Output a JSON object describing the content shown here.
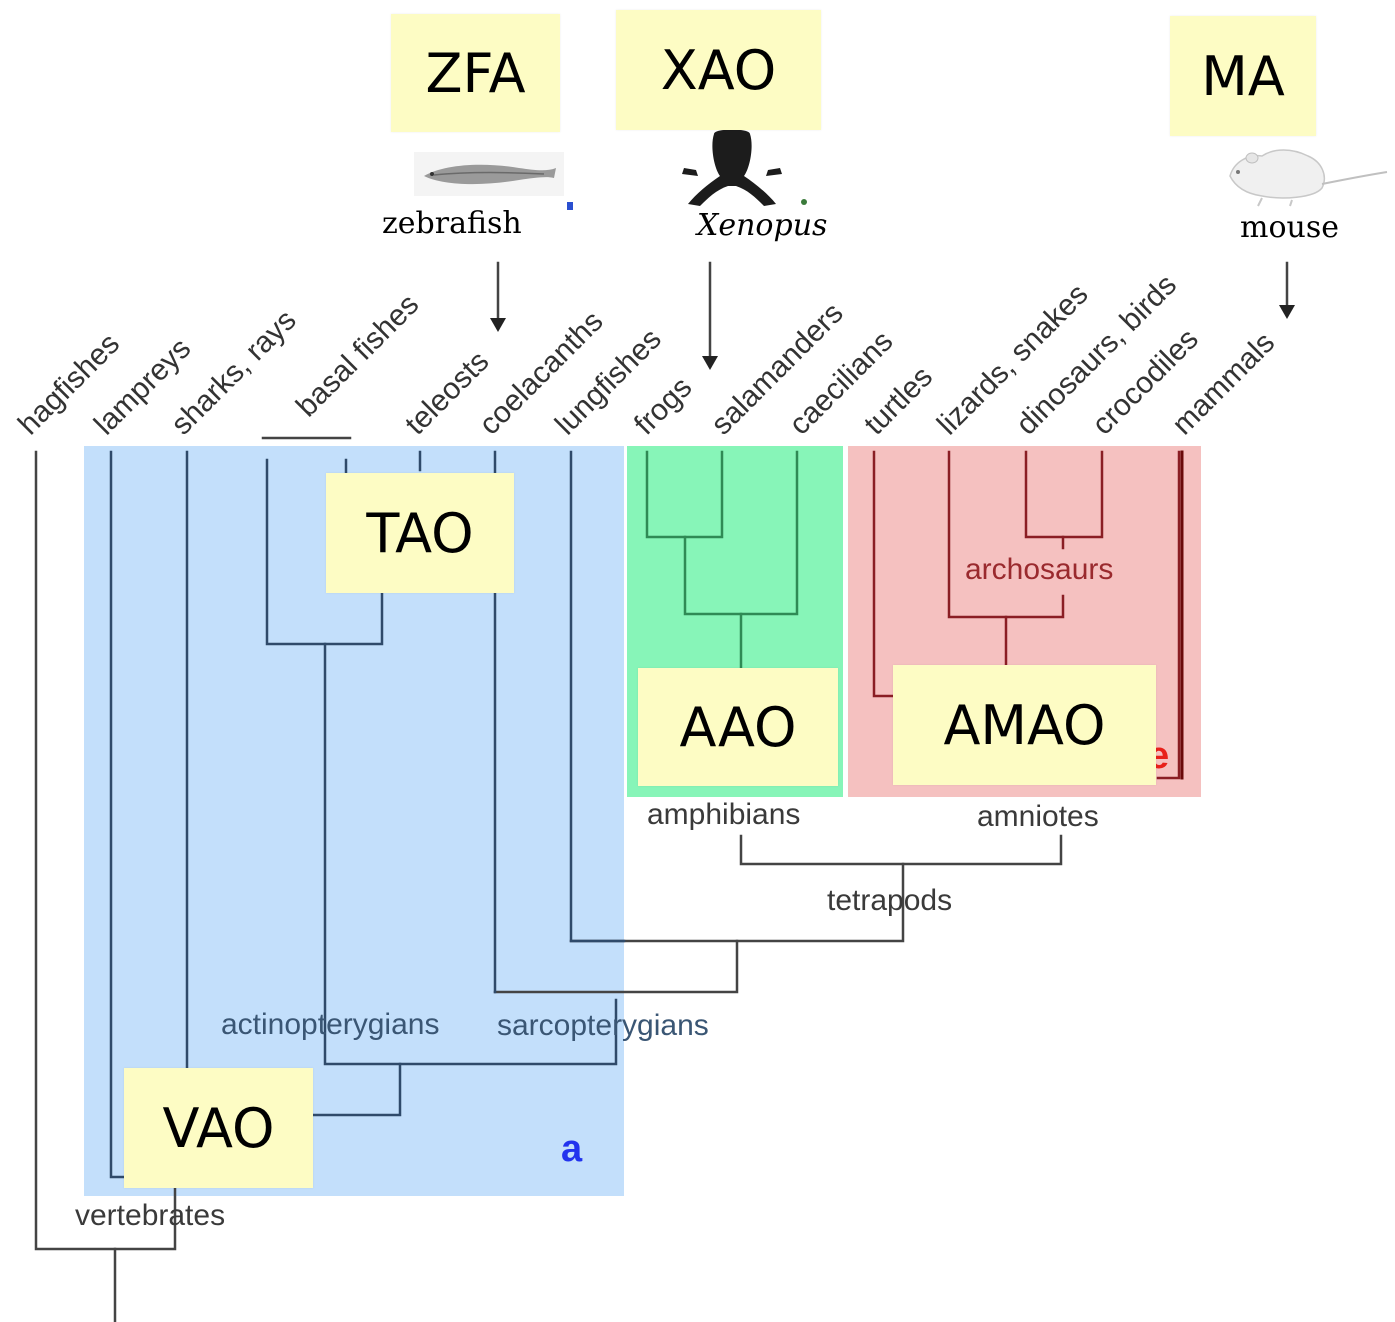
{
  "ontologies": {
    "zfa": "ZFA",
    "xao": "XAO",
    "ma": "MA",
    "tao": "TAO",
    "aao": "AAO",
    "amao": "AMAO",
    "vao": "VAO"
  },
  "species": {
    "zebrafish": "zebrafish",
    "xenopus": "Xenopus",
    "mouse": "mouse"
  },
  "taxa": [
    "hagfishes",
    "lampreys",
    "sharks, rays",
    "basal fishes",
    "teleosts",
    "coelacanths",
    "lungfishes",
    "frogs",
    "salamanders",
    "caecilians",
    "turtles",
    "lizards, snakes",
    "dinosaurs, birds",
    "crocodiles",
    "mammals"
  ],
  "clades": {
    "archosaurs": "archosaurs",
    "amphibians": "amphibians",
    "amniotes": "amniotes",
    "tetrapods": "tetrapods",
    "actinopterygians": "actinopterygians",
    "sarcopterygians": "sarcopterygians",
    "vertebrates": "vertebrates"
  },
  "panel_letters": {
    "blue": "a",
    "red": "e"
  },
  "colors": {
    "blue_region": "#c3dffb",
    "green_region": "#87f5b8",
    "red_region": "#f5c1c0",
    "ontology_box": "#fdfcc4",
    "blue_lines": "#2f4a6a",
    "green_lines": "#2f8a55",
    "red_lines": "#8a1e24",
    "neutral_lines": "#444444",
    "panel_letter_blue": "#2233ee",
    "panel_letter_red": "#e8201a"
  }
}
